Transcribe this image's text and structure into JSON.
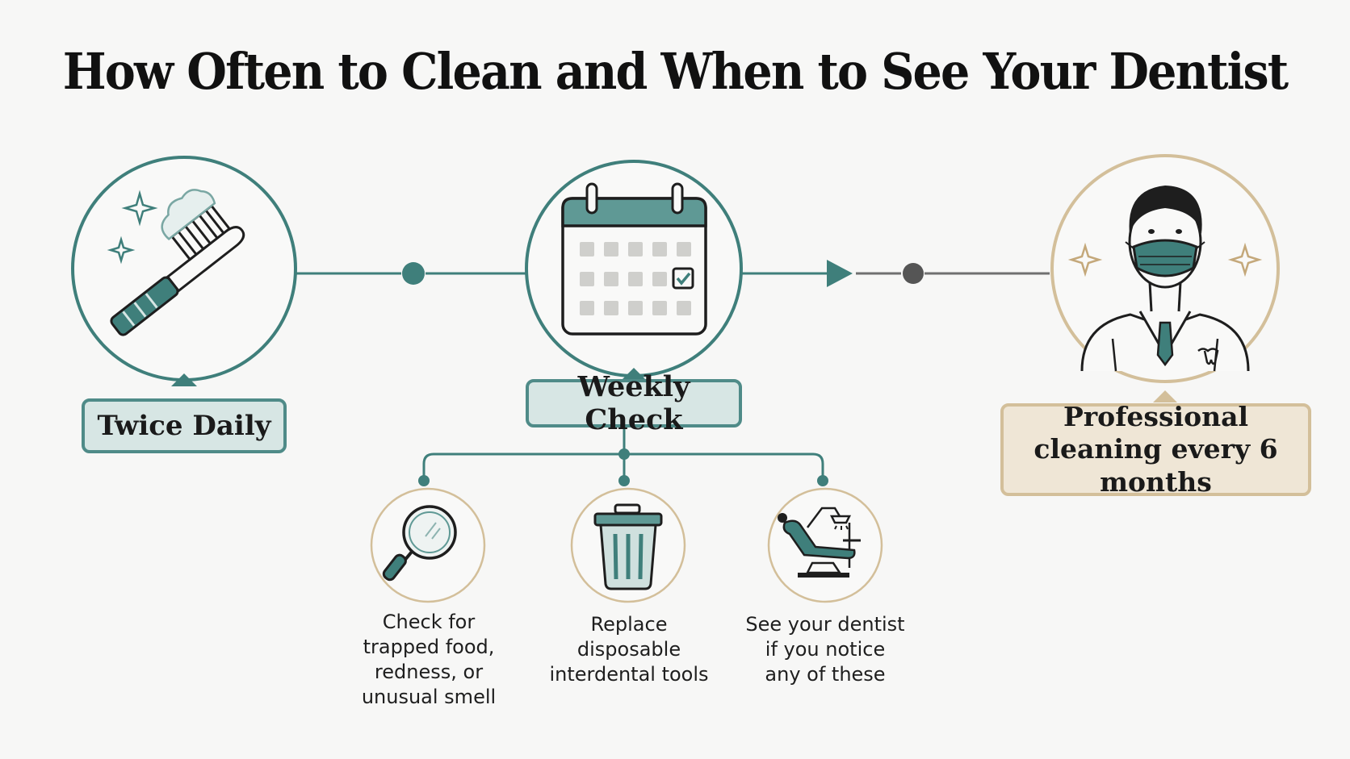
{
  "title": "How Often to Clean and When to See Your Dentist",
  "colors": {
    "teal": "#3f7f7b",
    "teal_fill": "#d7e6e4",
    "tan": "#d3bf9a",
    "tan_fill": "#efe6d6",
    "gray": "#707070"
  },
  "stages": [
    {
      "label": "Twice Daily",
      "icon": "toothbrush-icon"
    },
    {
      "label": "Weekly Check",
      "icon": "calendar-icon"
    },
    {
      "label": "Professional cleaning every 6 months",
      "icon": "dentist-icon"
    }
  ],
  "weekly_items": [
    {
      "text": "Check for trapped food, redness, or unusual smell",
      "icon": "magnifier-icon"
    },
    {
      "text": "Replace disposable interdental tools",
      "icon": "trash-bin-icon"
    },
    {
      "text": "See your dentist if you notice any of these",
      "icon": "dental-chair-icon"
    }
  ]
}
